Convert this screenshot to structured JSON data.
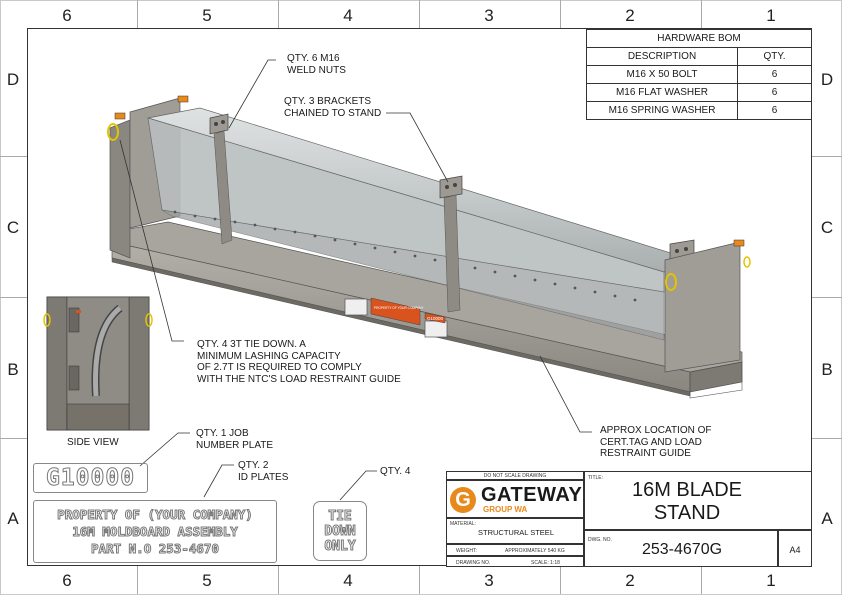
{
  "zones": {
    "columns": [
      "6",
      "5",
      "4",
      "3",
      "2",
      "1"
    ],
    "rows": [
      "D",
      "C",
      "B",
      "A"
    ]
  },
  "bom": {
    "title": "HARDWARE BOM",
    "header_description": "DESCRIPTION",
    "header_qty": "QTY.",
    "rows": [
      {
        "description": "M16 X 50 BOLT",
        "qty": "6"
      },
      {
        "description": "M16 FLAT WASHER",
        "qty": "6"
      },
      {
        "description": "M16 SPRING WASHER",
        "qty": "6"
      }
    ]
  },
  "notes": {
    "weld_nuts": [
      "QTY. 6 M16",
      "WELD NUTS"
    ],
    "brackets": [
      "QTY. 3 BRACKETS",
      "CHAINED TO STAND"
    ],
    "tie_down": [
      "QTY. 4 3T TIE DOWN. A",
      "MINIMUM LASHING CAPACITY",
      "OF 2.7T IS REQUIRED TO COMPLY",
      "WITH THE NTC'S LOAD RESTRAINT GUIDE"
    ],
    "cert_tag": [
      "APPROX LOCATION OF",
      "CERT.TAG AND LOAD",
      "RESTRAINT GUIDE"
    ],
    "side_view": "SIDE VIEW",
    "job_plate": [
      "QTY. 1 JOB",
      "NUMBER PLATE"
    ],
    "id_plates": [
      "QTY. 2",
      "ID PLATES"
    ],
    "qty_tie": "QTY. 4"
  },
  "job_plate_text": "G10000",
  "id_plate_lines": [
    "PROPERTY OF (YOUR COMPANY)",
    "16M MOLDBOARD ASSEMBLY",
    "PART N.O 253-4670"
  ],
  "tie_plate_lines": [
    "TIE",
    "DOWN",
    "ONLY"
  ],
  "model_tags": {
    "cert_plate": "PROPERTY OF YOUR COMPANY",
    "job_tag": "G10000"
  },
  "title_block": {
    "do_not_scale": "DO NOT SCALE DRAWING",
    "logo_letter": "G",
    "company": "GATEWAY",
    "company_sub": "GROUP WA",
    "material_label": "MATERIAL:",
    "material": "STRUCTURAL STEEL",
    "weight_label": "WEIGHT:",
    "weight": "APPROXIMATELY 540 KG",
    "drawing_no_label": "DRAWING NO.",
    "scale": "SCALE: 1:18",
    "title_label": "TITLE:",
    "title_line1": "16M BLADE",
    "title_line2": "STAND",
    "dwg_no_label": "DWG. NO.",
    "dwg_no": "253-4670G",
    "size": "A4"
  },
  "colors": {
    "steel": "#9a9690",
    "steel_dark": "#6f6b66",
    "accent": "#e8891c",
    "tag_orange": "#d9531e"
  }
}
